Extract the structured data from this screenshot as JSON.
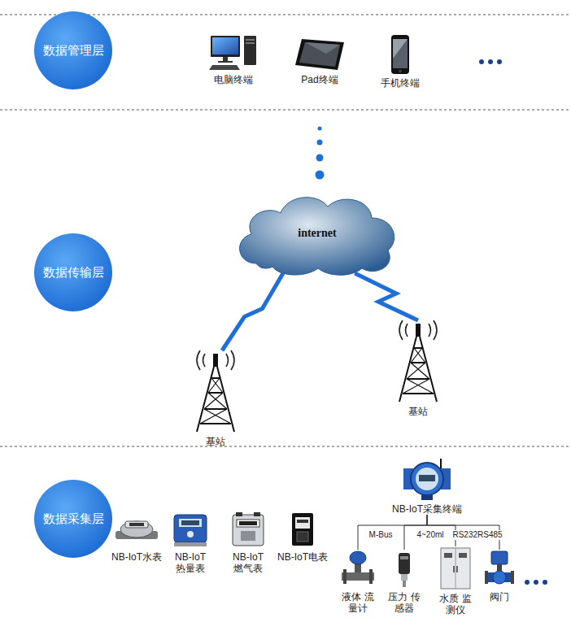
{
  "diagram": {
    "nodes": [
      {
        "text": [
          "数据管理层"
        ]
      },
      {
        "text": [
          "电脑终端"
        ]
      },
      {
        "text": [
          "Pad终端"
        ]
      },
      {
        "text": [
          "手机终端"
        ]
      },
      {
        "text": [
          "数据传输层"
        ]
      },
      {
        "text": [
          "internet"
        ]
      },
      {
        "text": [
          "基站"
        ]
      },
      {
        "text": [
          "基站"
        ]
      },
      {
        "text": [
          "数据采集层"
        ]
      },
      {
        "text": [
          "NB-IoT水表"
        ]
      },
      {
        "text": [
          "NB-IoT 热量表"
        ]
      },
      {
        "text": [
          "NB-IoT 燃气表"
        ]
      },
      {
        "text": [
          "NB-IoT电表"
        ]
      },
      {
        "text": [
          "NB-IoT采集终端"
        ]
      },
      {
        "text": [
          "液体 流量计"
        ]
      },
      {
        "text": [
          "压力 传感器"
        ]
      },
      {
        "text": [
          "水质 监测仪"
        ]
      },
      {
        "text": [
          "阀门"
        ]
      }
    ],
    "edges": [
      {
        "from": 5,
        "to": 6,
        "arrow": "none"
      },
      {
        "from": 5,
        "to": 7,
        "arrow": "none"
      },
      {
        "from": 13,
        "to": 14,
        "arrow": "none"
      },
      {
        "from": 13,
        "to": 15,
        "arrow": "none"
      },
      {
        "from": 13,
        "to": 16,
        "arrow": "none"
      },
      {
        "from": 13,
        "to": 17,
        "arrow": "none"
      }
    ],
    "labels": [
      "M-Bus",
      "4~20ml",
      "RS232RS485"
    ]
  }
}
